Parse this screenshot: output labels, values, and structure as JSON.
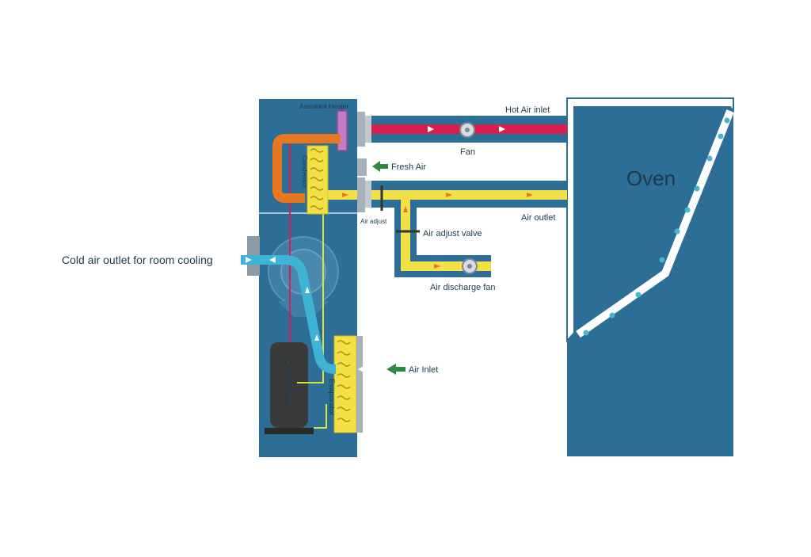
{
  "labels": {
    "assistant_heater": "Assistant Heater",
    "hot_air_inlet": "Hot Air inlet",
    "fan": "Fan",
    "fresh_air": "Fresh Air",
    "condensor": "Condensor",
    "air_adjust": "Air adjust",
    "air_outlet": "Air outlet",
    "air_adjust_valve": "Air adjust valve",
    "air_discharge_fan": "Air discharge fan",
    "cold_air_outlet": "Cold air outlet for room cooling",
    "air_inlet": "Air Inlet",
    "compressor": "Compressor",
    "evaporator": "Evaporator",
    "oven": "Oven"
  },
  "colors": {
    "panel": "#2c6e96",
    "hot_air": "#d81e4f",
    "fresh_air_pipe": "#f1e046",
    "refrigerant_hot": "#e87722",
    "cold_air": "#3eb3d6",
    "arrow_green": "#2e8b3e",
    "heater": "#c77bc6",
    "label_text": "#1d3a4a",
    "cold_label_text": "#2a7fa3"
  }
}
